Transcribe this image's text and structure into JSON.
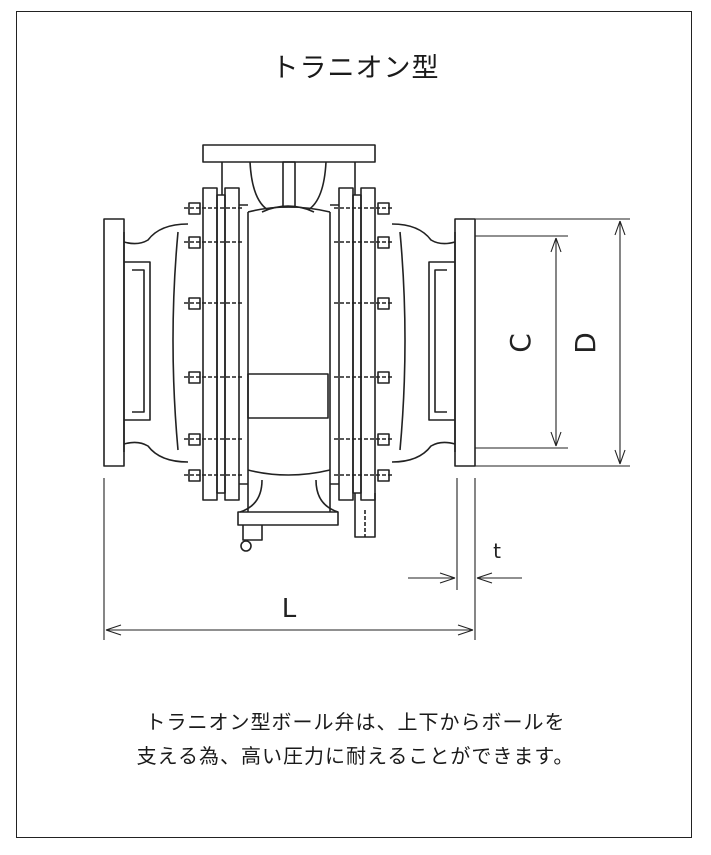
{
  "title": "トラニオン型",
  "dimensions": {
    "C": "C",
    "D": "D",
    "L": "L",
    "t": "t"
  },
  "caption": {
    "line1": "トラニオン型ボール弁は、上下からボールを",
    "line2": "支える為、高い圧力に耐えることができます。"
  },
  "colors": {
    "line": "#222222",
    "background": "#ffffff"
  }
}
